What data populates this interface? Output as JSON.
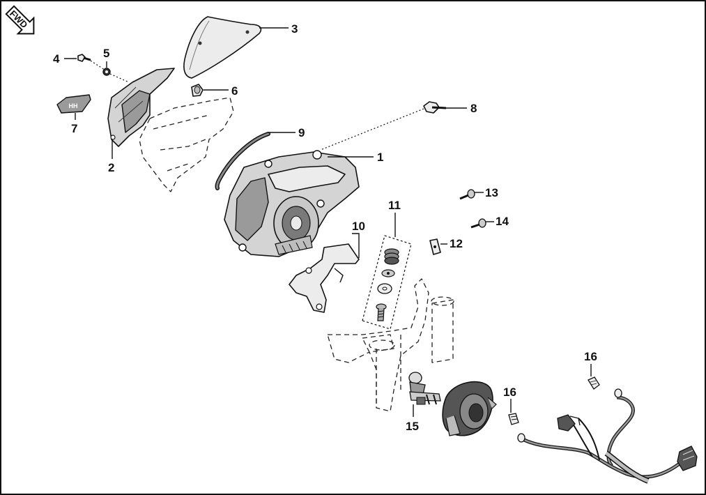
{
  "fwd_label": "FWD",
  "callouts": [
    "1",
    "2",
    "3",
    "4",
    "5",
    "6",
    "7",
    "8",
    "9",
    "10",
    "11",
    "12",
    "13",
    "14",
    "15",
    "16",
    "16"
  ],
  "emblem_text": "HH"
}
